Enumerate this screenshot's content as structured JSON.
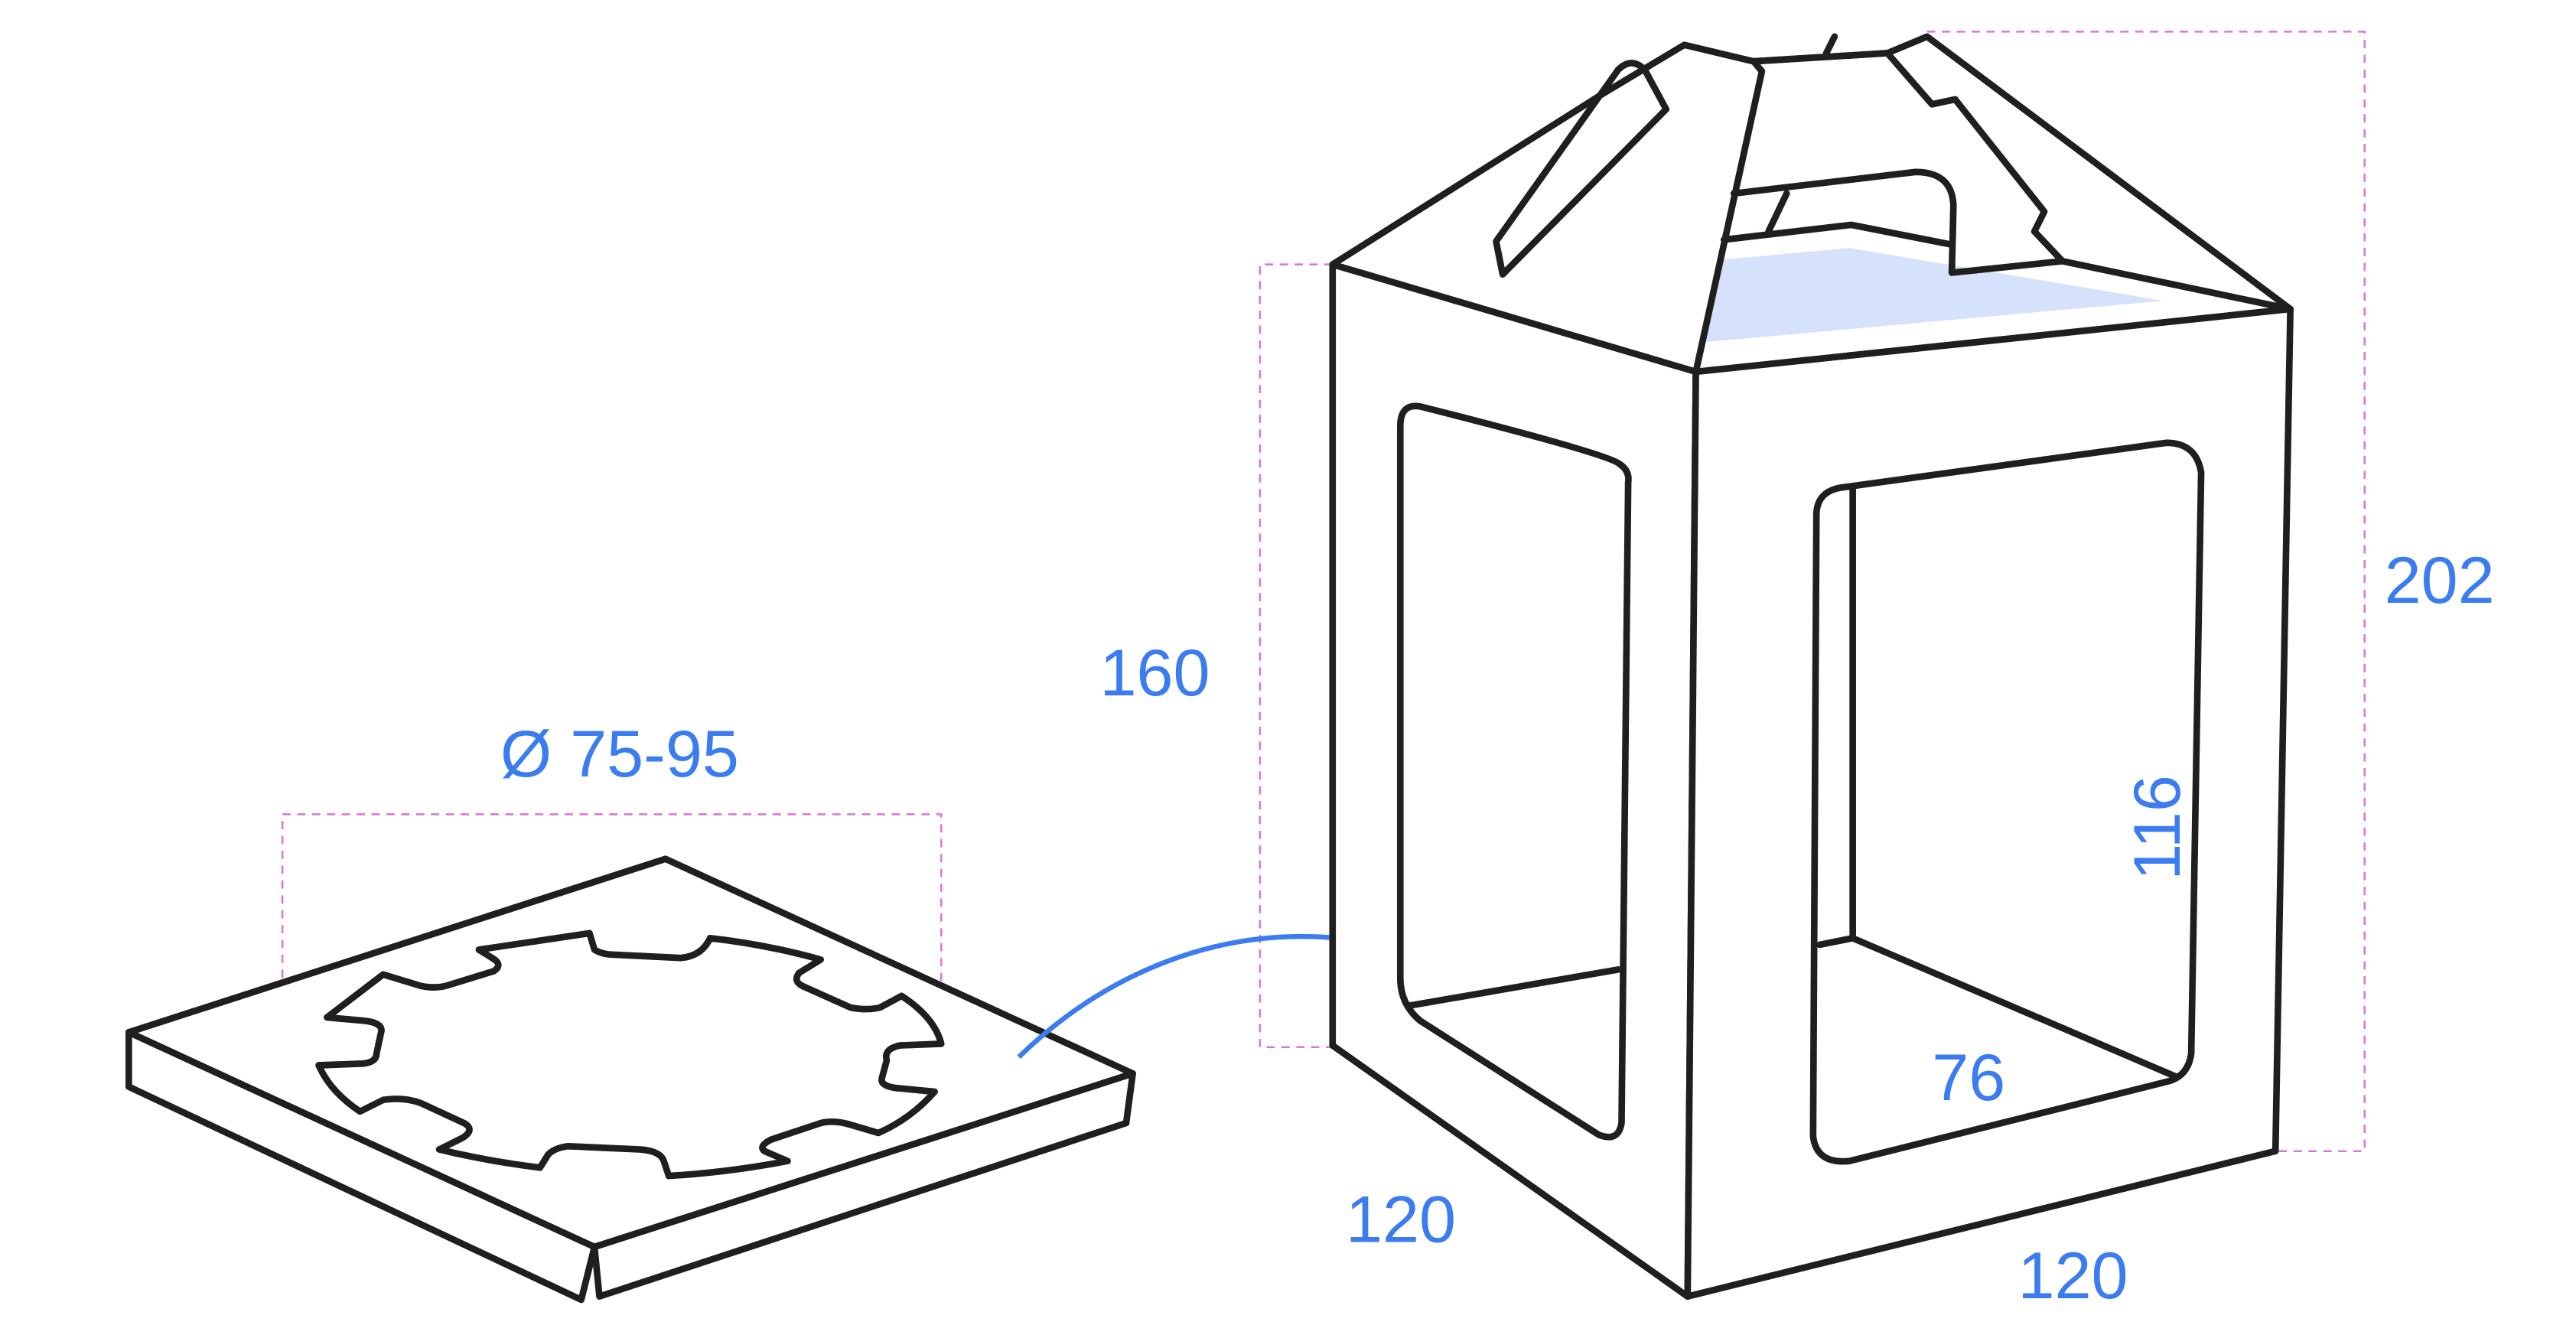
{
  "colors": {
    "outline": "#1f1f1f",
    "dimension_text": "#3b7cf0",
    "dimension_line": "#d878d8",
    "window_tint": "#d6e2fb",
    "arrow": "#3b7cf0"
  },
  "labels": {
    "diameter": "Ø 75-95",
    "lower_height": "160",
    "total_height": "202",
    "window_height": "116",
    "window_width": "76",
    "width_left": "120",
    "width_right": "120"
  }
}
